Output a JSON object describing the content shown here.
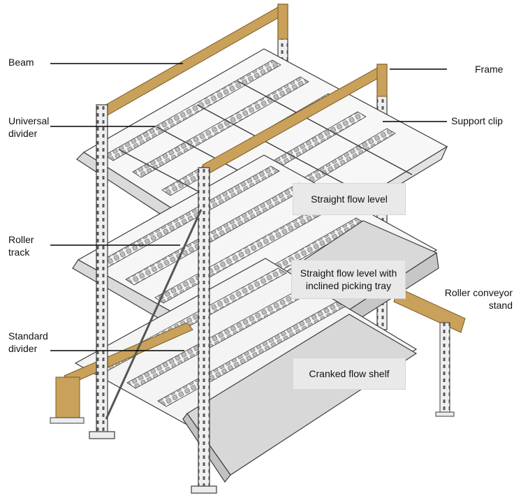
{
  "labels": {
    "beam": "Beam",
    "universal_divider_1": "Universal",
    "universal_divider_2": "divider",
    "roller_track_1": "Roller",
    "roller_track_2": "track",
    "standard_divider_1": "Standard",
    "standard_divider_2": "divider",
    "frame": "Frame",
    "support_clip": "Support clip",
    "roller_conveyor_stand_1": "Roller conveyor",
    "roller_conveyor_stand_2": "stand"
  },
  "callouts": {
    "straight_flow_level": "Straight flow level",
    "straight_flow_inclined_1": "Straight flow level with",
    "straight_flow_inclined_2": "inclined picking tray",
    "cranked_flow_shelf": "Cranked flow shelf"
  },
  "colors": {
    "steel": "#f1f1f1",
    "steel_stroke": "#3c3c3c",
    "beam_wood": "#c9a15a",
    "beam_wood_dark": "#a67e3a",
    "tray": "#d9d9d9",
    "callout_bg": "#e9e9e9"
  }
}
